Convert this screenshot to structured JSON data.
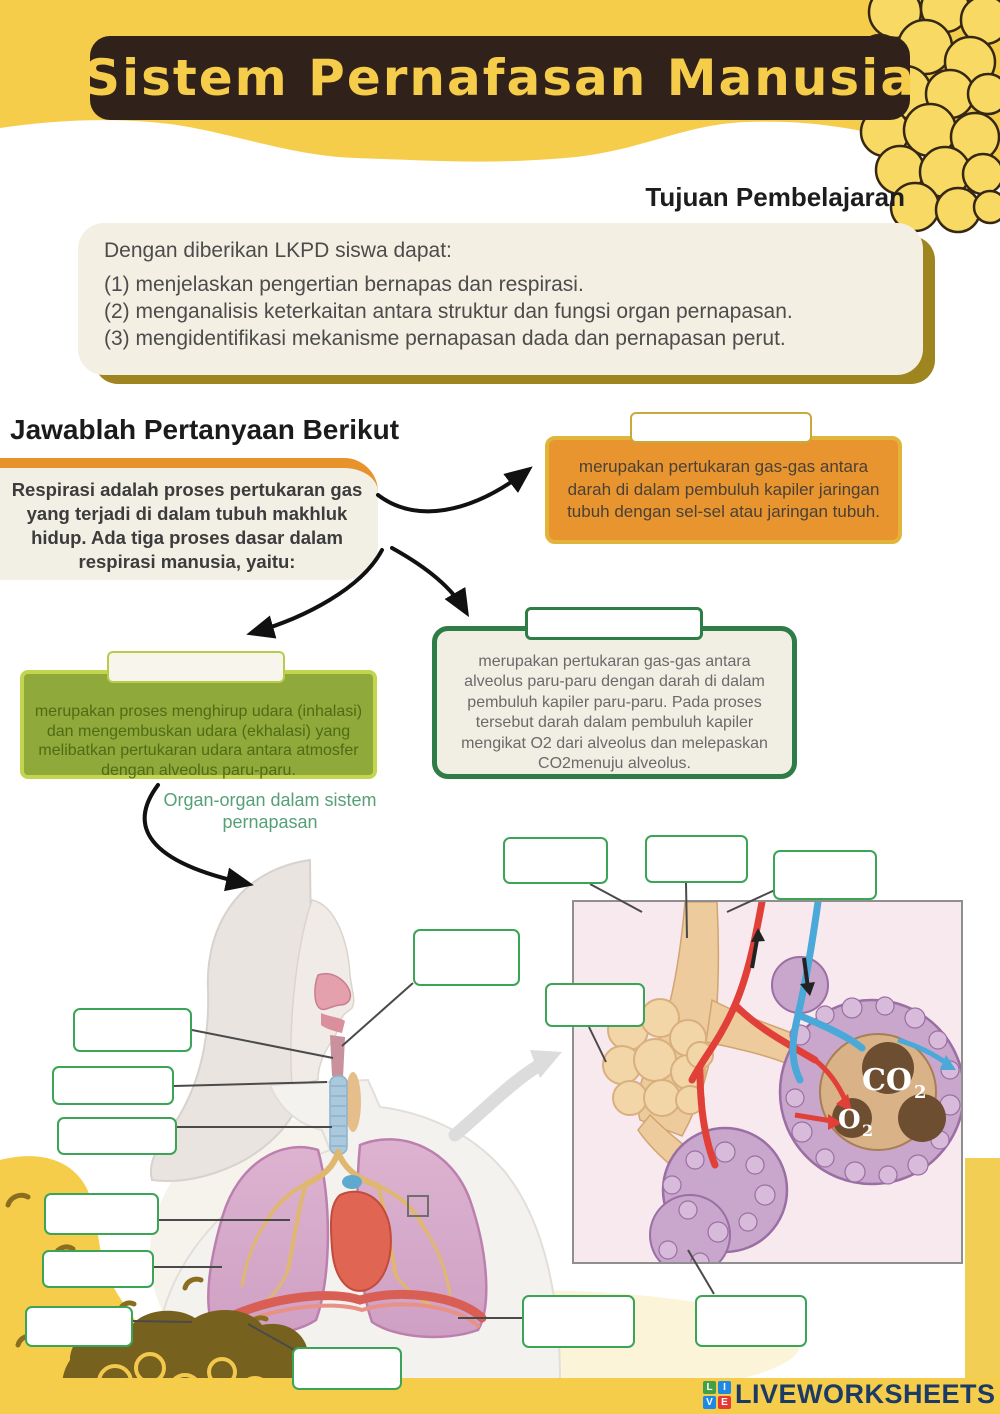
{
  "page": {
    "banner_title": "Sistem Pernafasan Manusia",
    "section_heading": "Tujuan Pembelajaran",
    "objectives": {
      "intro": "Dengan diberikan LKPD siswa dapat:",
      "items": [
        "(1)  menjelaskan pengertian bernapas dan respirasi.",
        "(2) menganalisis keterkaitan antara struktur dan fungsi organ pernapasan.",
        "(3) mengidentifikasi mekanisme pernapasan dada dan pernapasan perut."
      ]
    },
    "question_heading": "Jawablah Pertanyaan Berikut",
    "intro_box_text": "Respirasi adalah proses pertukaran gas yang terjadi di dalam tubuh makhluk hidup. Ada tiga proses dasar dalam respirasi manusia, yaitu:",
    "process_internal": {
      "answer_value": "",
      "description": "merupakan pertukaran gas-gas antara darah di dalam pembuluh kapiler jaringan tubuh dengan sel-sel atau jaringan tubuh."
    },
    "process_external": {
      "answer_value": "",
      "description": "merupakan pertukaran gas-gas antara alveolus paru-paru dengan darah di dalam pembuluh kapiler paru-paru. Pada proses tersebut darah dalam pembuluh kapiler mengikat O2 dari alveolus dan melepaskan CO2menuju alveolus."
    },
    "process_breathing": {
      "answer_value": "",
      "description": "merupakan proses menghirup udara (inhalasi) dan mengembuskan udara (ekhalasi) yang melibatkan pertukaran udara antara atmosfer dengan alveolus paru-paru."
    },
    "organ_caption": "Organ-organ dalam sistem pernapasan",
    "diagram": {
      "gas_co2": "CO",
      "gas_co2_sub": "2",
      "gas_o2": "O",
      "gas_o2_sub": "2",
      "answer_fields": [
        {
          "id": "nose",
          "value": ""
        },
        {
          "id": "mouth-pharynx",
          "value": ""
        },
        {
          "id": "larynx-trachea",
          "value": ""
        },
        {
          "id": "bronchus",
          "value": ""
        },
        {
          "id": "lung",
          "value": ""
        },
        {
          "id": "lower-lung",
          "value": ""
        },
        {
          "id": "diaphragm",
          "value": ""
        },
        {
          "id": "nasal-cavity",
          "value": ""
        },
        {
          "id": "pulmonary-artery",
          "value": ""
        },
        {
          "id": "bronchiole",
          "value": ""
        },
        {
          "id": "pulmonary-vein",
          "value": ""
        },
        {
          "id": "alveoli-cluster",
          "value": ""
        },
        {
          "id": "rib-side",
          "value": ""
        },
        {
          "id": "alveolus-sac",
          "value": ""
        }
      ]
    },
    "footer": {
      "brand": "LIVEWORKSHEETS",
      "logo_letters": [
        "L",
        "I",
        "V",
        "E"
      ]
    }
  },
  "colors": {
    "accent_yellow": "#F6CD4B",
    "banner_brown": "#30221A",
    "orange": "#E8952F",
    "olive_green": "#8FA93B",
    "dark_green": "#2E7D46",
    "box_border_green": "#3BA457",
    "brand_navy": "#1B3A66"
  }
}
